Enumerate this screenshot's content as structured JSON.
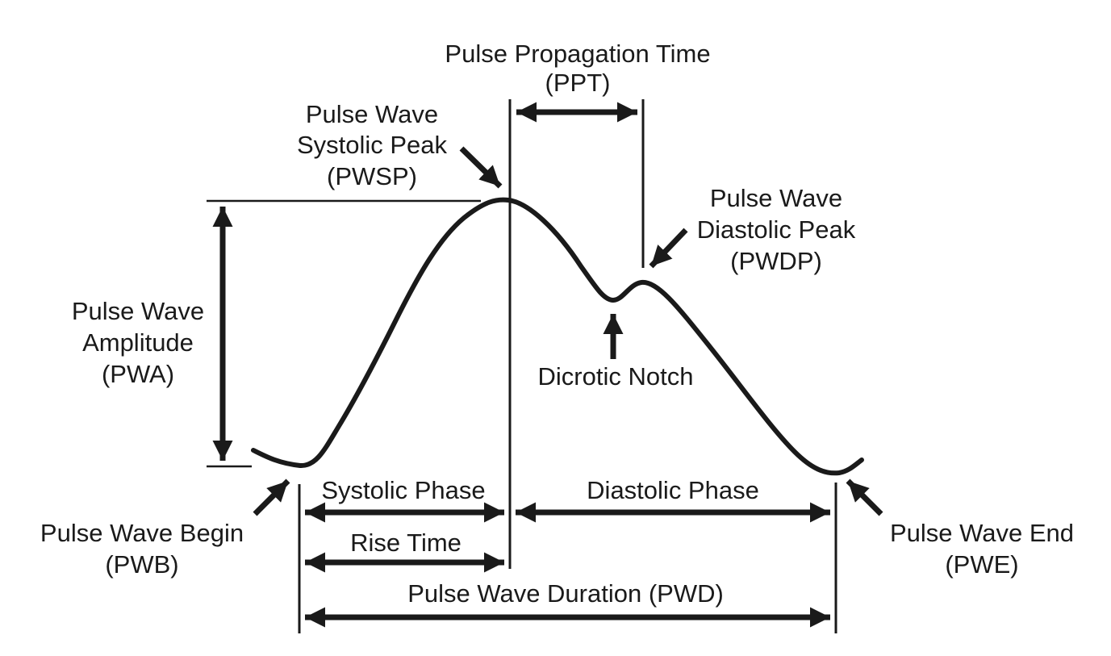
{
  "labels": {
    "ppt_line1": "Pulse Propagation Time",
    "ppt_line2": "(PPT)",
    "pwsp_line1": "Pulse Wave",
    "pwsp_line2": "Systolic Peak",
    "pwsp_line3": "(PWSP)",
    "pwdp_line1": "Pulse Wave",
    "pwdp_line2": "Diastolic Peak",
    "pwdp_line3": "(PWDP)",
    "pwa_line1": "Pulse Wave",
    "pwa_line2": "Amplitude",
    "pwa_line3": "(PWA)",
    "dicrotic_notch": "Dicrotic Notch",
    "systolic_phase": "Systolic Phase",
    "diastolic_phase": "Diastolic Phase",
    "rise_time": "Rise Time",
    "pwd": "Pulse Wave Duration (PWD)",
    "pwb_line1": "Pulse Wave Begin",
    "pwb_line2": "(PWB)",
    "pwe_line1": "Pulse Wave End",
    "pwe_line2": "(PWE)"
  },
  "colors": {
    "ink": "#1a1a1a",
    "background": "#ffffff"
  }
}
